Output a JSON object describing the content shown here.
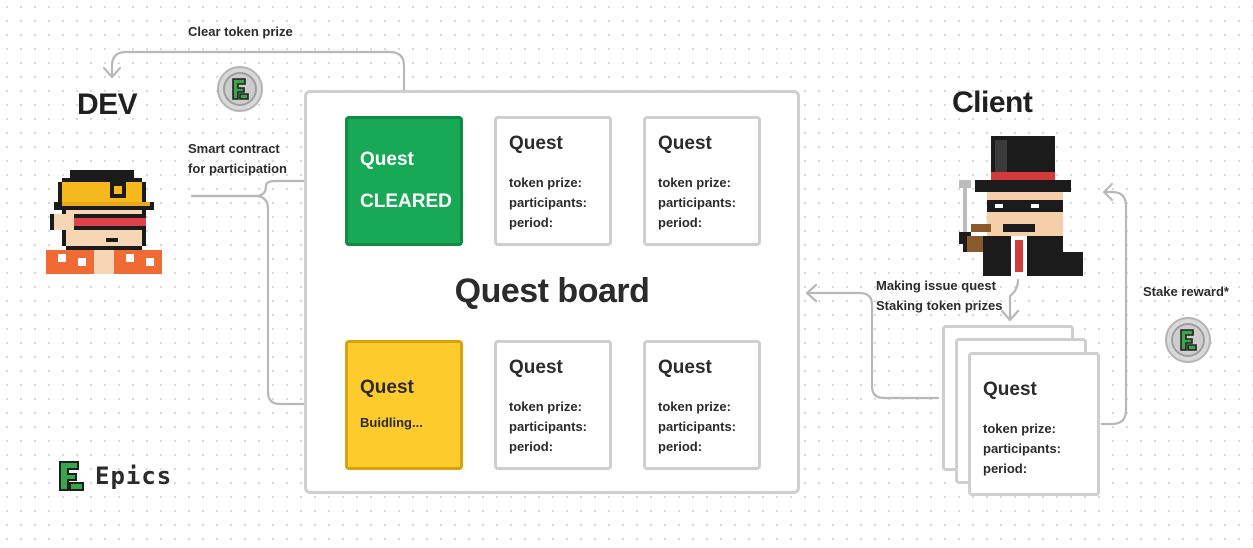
{
  "labels": {
    "dev": "DEV",
    "client": "Client",
    "clear_token_prize": "Clear token prize",
    "smart_contract_line1": "Smart contract",
    "smart_contract_line2": "for participation",
    "making_issue_quest": "Making issue quest",
    "staking_token_prizes": "Staking token prizes",
    "stake_reward": "Stake reward*"
  },
  "board": {
    "title": "Quest board",
    "cleared_card": {
      "title": "Quest",
      "status": "CLEARED",
      "color": "#18a957"
    },
    "building_card": {
      "title": "Quest",
      "status": "Buidling...",
      "color": "#fdcb2c"
    },
    "quests": [
      {
        "title": "Quest",
        "token_prize": "token prize:",
        "participants": "participants:",
        "period": "period:"
      },
      {
        "title": "Quest",
        "token_prize": "token prize:",
        "participants": "participants:",
        "period": "period:"
      },
      {
        "title": "Quest",
        "token_prize": "token prize:",
        "participants": "participants:",
        "period": "period:"
      },
      {
        "title": "Quest",
        "token_prize": "token prize:",
        "participants": "participants:",
        "period": "period:"
      }
    ]
  },
  "client_stack": {
    "title": "Quest",
    "token_prize": "token prize:",
    "participants": "participants:",
    "period": "period:"
  },
  "brand": {
    "name": "Epics",
    "color": "#3aa64c"
  },
  "icons": [
    "epics-coin-icon",
    "dev-avatar-icon",
    "client-avatar-icon",
    "epics-logo-icon"
  ],
  "colors": {
    "arrow": "#b8b8b8",
    "board_border": "#cfcfcf"
  }
}
